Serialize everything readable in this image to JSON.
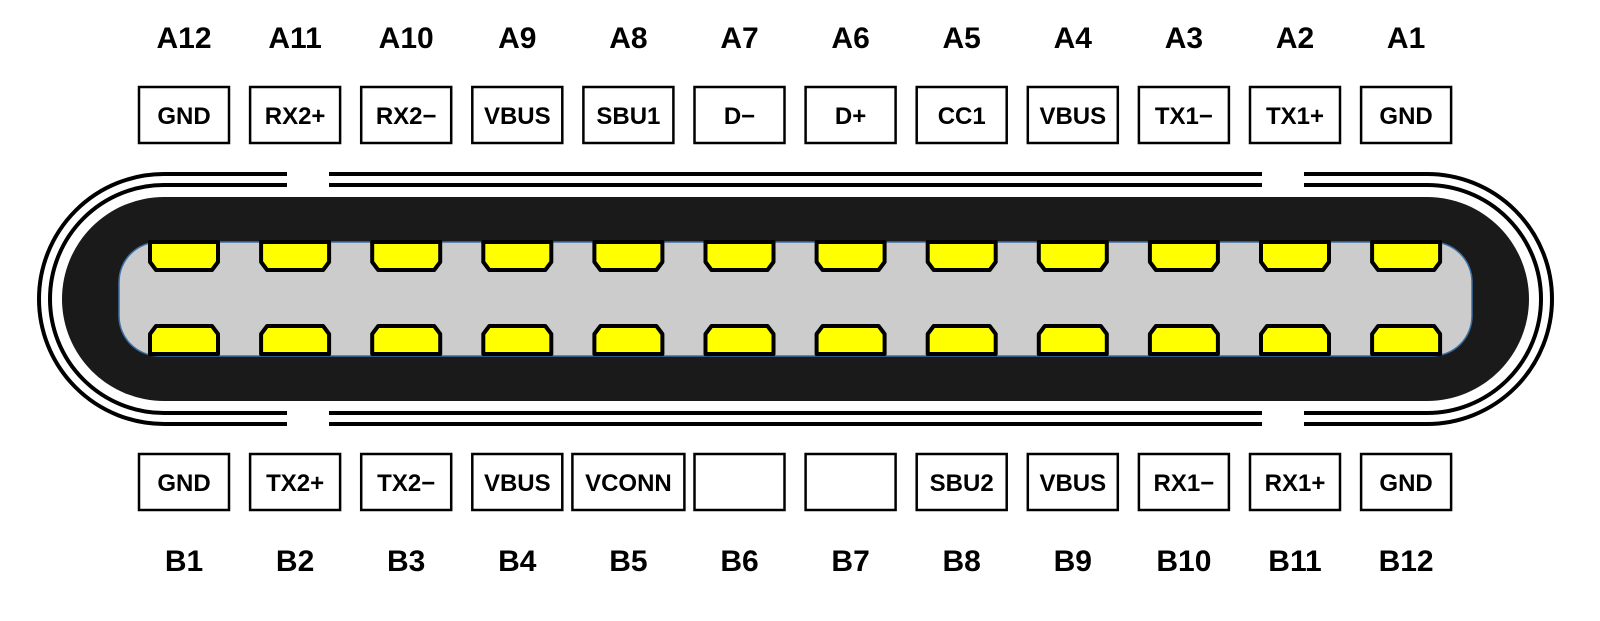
{
  "connector": {
    "colors": {
      "shell": "#1a1a1a",
      "tongue": "#cccccc",
      "tongue_border": "#3a6ea5",
      "contact": "#ffff00",
      "outline": "#000000"
    },
    "row_a": [
      {
        "pin": "A12",
        "signal": "GND"
      },
      {
        "pin": "A11",
        "signal": "RX2+"
      },
      {
        "pin": "A10",
        "signal": "RX2−"
      },
      {
        "pin": "A9",
        "signal": "VBUS"
      },
      {
        "pin": "A8",
        "signal": "SBU1"
      },
      {
        "pin": "A7",
        "signal": "D−"
      },
      {
        "pin": "A6",
        "signal": "D+"
      },
      {
        "pin": "A5",
        "signal": "CC1"
      },
      {
        "pin": "A4",
        "signal": "VBUS"
      },
      {
        "pin": "A3",
        "signal": "TX1−"
      },
      {
        "pin": "A2",
        "signal": "TX1+"
      },
      {
        "pin": "A1",
        "signal": "GND"
      }
    ],
    "row_b": [
      {
        "pin": "B1",
        "signal": "GND"
      },
      {
        "pin": "B2",
        "signal": "TX2+"
      },
      {
        "pin": "B3",
        "signal": "TX2−"
      },
      {
        "pin": "B4",
        "signal": "VBUS"
      },
      {
        "pin": "B5",
        "signal": "VCONN"
      },
      {
        "pin": "B6",
        "signal": ""
      },
      {
        "pin": "B7",
        "signal": ""
      },
      {
        "pin": "B8",
        "signal": "SBU2"
      },
      {
        "pin": "B9",
        "signal": "VBUS"
      },
      {
        "pin": "B10",
        "signal": "RX1−"
      },
      {
        "pin": "B11",
        "signal": "RX1+"
      },
      {
        "pin": "B12",
        "signal": "GND"
      }
    ]
  }
}
